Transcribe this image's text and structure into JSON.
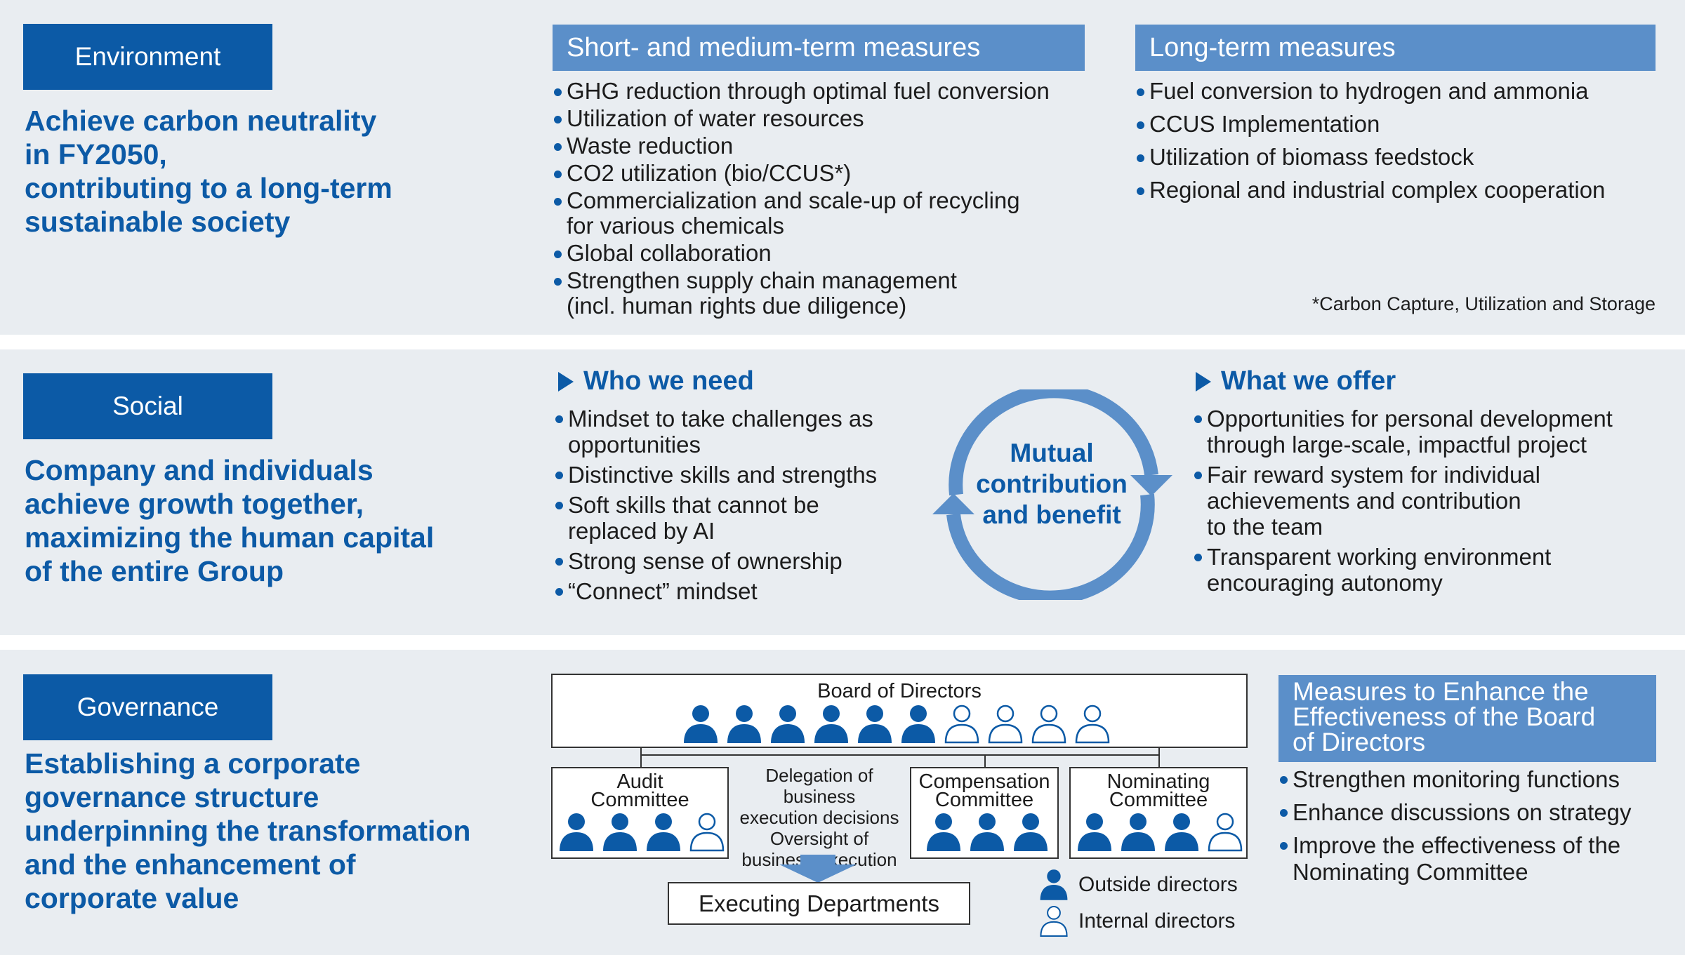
{
  "colors": {
    "primary": "#0c5aa6",
    "header_bar": "#5b8fc9",
    "band": "#e9edf1"
  },
  "environment": {
    "tag": "Environment",
    "headline": "Achieve carbon neutrality\nin FY2050,\ncontributing to a long-term\nsustainable society",
    "short_medium": {
      "title": "Short- and medium-term measures",
      "items": [
        "GHG reduction through optimal fuel conversion",
        "Utilization of water resources",
        "Waste reduction",
        "CO2 utilization (bio/CCUS*)",
        "Commercialization and scale-up of recycling\nfor various chemicals",
        "Global collaboration",
        "Strengthen supply chain management\n(incl. human rights due diligence)"
      ]
    },
    "long_term": {
      "title": "Long-term measures",
      "items": [
        "Fuel conversion to hydrogen and ammonia",
        "CCUS Implementation",
        "Utilization of biomass feedstock",
        "Regional and industrial complex cooperation"
      ]
    },
    "footnote": "*Carbon Capture, Utilization and Storage"
  },
  "social": {
    "tag": "Social",
    "headline": "Company and individuals\nachieve growth together,\nmaximizing the human capital\nof the entire Group",
    "who_we_need": {
      "title": "Who we need",
      "items": [
        "Mindset to take challenges as\nopportunities",
        "Distinctive skills and strengths",
        "Soft skills that cannot be\nreplaced by AI",
        "Strong sense of ownership",
        "“Connect” mindset"
      ]
    },
    "cycle_label": "Mutual\ncontribution\nand benefit",
    "what_we_offer": {
      "title": "What we offer",
      "items": [
        "Opportunities for personal development\nthrough large-scale, impactful project",
        "Fair reward system for individual\nachievements and contribution\nto the team",
        "Transparent working environment\nencouraging autonomy"
      ]
    }
  },
  "governance": {
    "tag": "Governance",
    "headline": "Establishing a corporate\ngovernance structure\nunderpinning the transformation\nand the enhancement of\ncorporate value",
    "board": {
      "title": "Board of Directors",
      "outside": 6,
      "internal": 4
    },
    "audit": {
      "title": "Audit\nCommittee",
      "outside": 3,
      "internal": 1
    },
    "compensation": {
      "title": "Compensation\nCommittee",
      "outside": 3,
      "internal": 0
    },
    "nominating": {
      "title": "Nominating\nCommittee",
      "outside": 3,
      "internal": 1
    },
    "delegation": "Delegation of business\nexecution decisions\nOversight of\nbusiness execution",
    "executing": "Executing Departments",
    "legend": {
      "outside": "Outside directors",
      "internal": "Internal directors"
    },
    "measures": {
      "title": "Measures to Enhance the\nEffectiveness of the Board\nof Directors",
      "items": [
        "Strengthen monitoring functions",
        "Enhance discussions on strategy",
        "Improve the effectiveness of the\nNominating Committee"
      ]
    }
  }
}
